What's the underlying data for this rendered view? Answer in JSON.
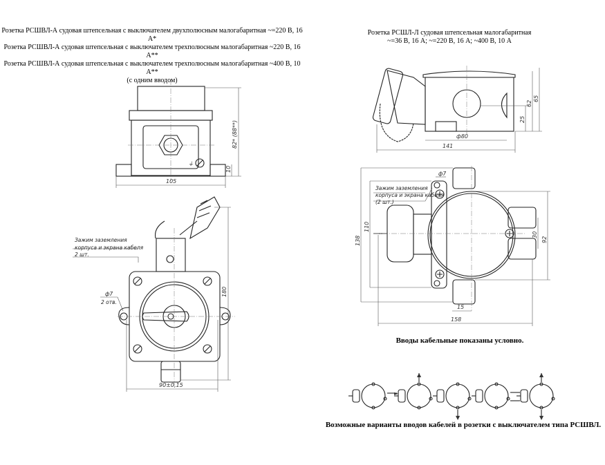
{
  "left_title": {
    "line1": "Розетка РСШВЛ-А судовая штепсельная с выключателем двухполюсным малогабаритная ~=220 В, 16 А*",
    "line2": "Розетка РСШВЛ-А судовая штепсельная с выключателем трехполюсным малогабаритная ~220 В, 16 А**",
    "line3": "Розетка РСШВЛ-А судовая штепсельная с выключателем трехполюсным малогабаритная ~400 В, 10 А**",
    "line4": "(с одним вводом)"
  },
  "right_title": {
    "line1": "Розетка РСШЛ-Л судовая штепсельная малогабаритная",
    "line2": "~=36 В, 16 А; ~=220 В, 16 А;  ~400 В, 10 А"
  },
  "left_top_view": {
    "width": "105",
    "height": "82* (88**)",
    "base": "10"
  },
  "left_front_view": {
    "ground_label": [
      "Зажим заземления",
      "корпуса и экрана кабеля",
      "2 шт."
    ],
    "hole_dia": "ф7",
    "hole_count": "2 отв.",
    "width": "90±0,15",
    "height": "180"
  },
  "right_side_view": {
    "dia": "ф80",
    "width": "141",
    "h1": "62",
    "h2": "65",
    "h3": "25"
  },
  "right_front_view": {
    "ground_label": [
      "Зажим заземления",
      "корпуса и экрана кабеля",
      "(2 шт.)"
    ],
    "hole_dia": "ф7",
    "height_outer": "138",
    "height_inner": "110",
    "glands_span": "92",
    "glands_pitch": "30",
    "offset": "15",
    "width": "158"
  },
  "note_inputs": "Вводы кабельные показаны условно.",
  "note_variants": "Возможные варианты вводов кабелей в розетки с выключателем типа РСШВЛ."
}
